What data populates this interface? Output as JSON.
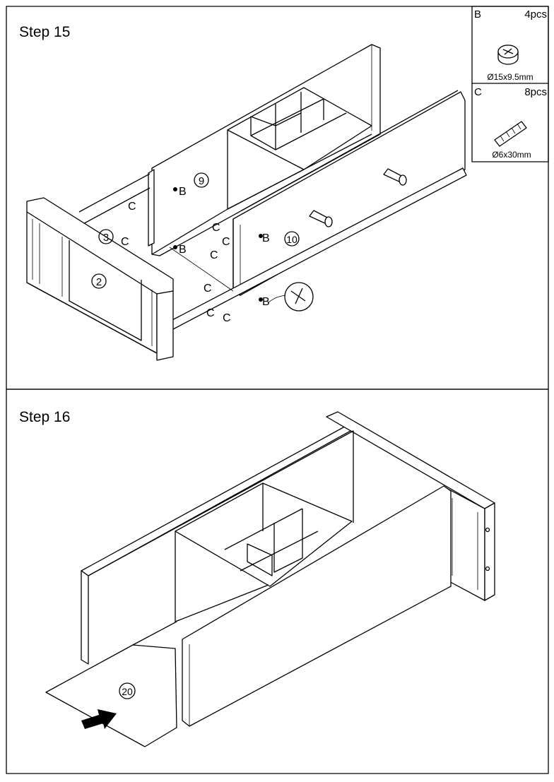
{
  "steps": [
    {
      "title": "Step 15",
      "part_numbers": [
        "9",
        "10",
        "2",
        "3"
      ],
      "hardware_labels": [
        "B",
        "C"
      ]
    },
    {
      "title": "Step 16",
      "part_numbers": [
        "20"
      ]
    }
  ],
  "hardware_box": [
    {
      "letter": "B",
      "qty": "4pcs",
      "size": "Ø15x9.5mm",
      "icon": "cam-lock-icon"
    },
    {
      "letter": "C",
      "qty": "8pcs",
      "size": "Ø6x30mm",
      "icon": "wooden-dowel-icon"
    }
  ]
}
